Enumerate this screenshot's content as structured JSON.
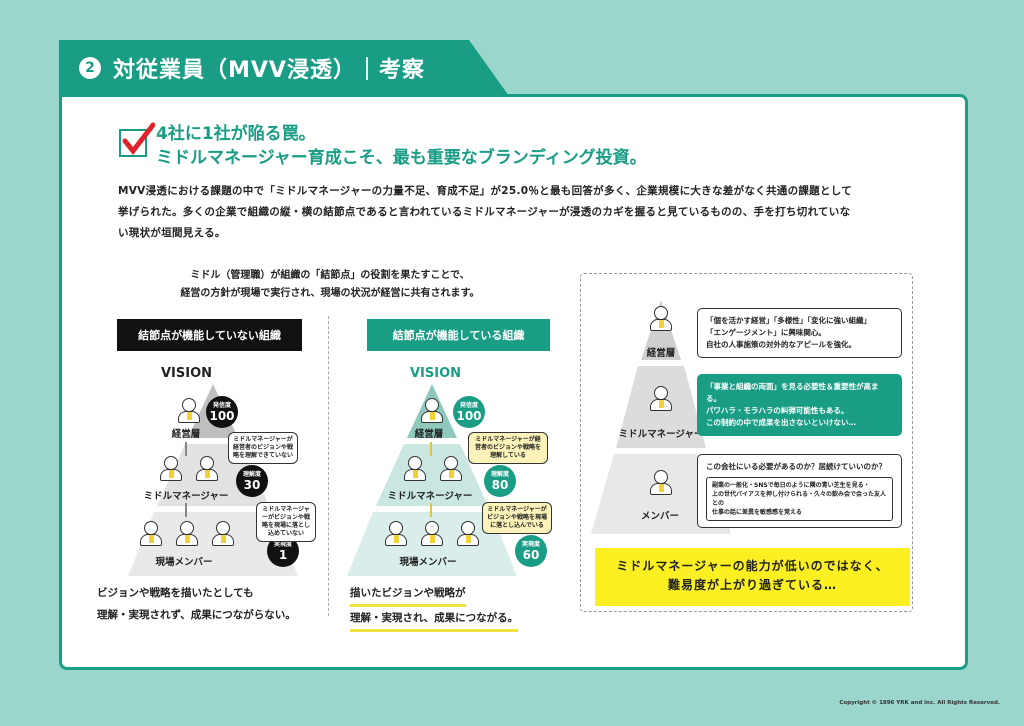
{
  "header": {
    "number": "2",
    "title": "対従業員（MVV浸透）｜考察"
  },
  "headline": {
    "line1": "4社に1社が陥る罠。",
    "line2": "ミドルマネージャー育成こそ、最も重要なブランディング投資。"
  },
  "paragraph": {
    "line1": "MVV浸透における課題の中で「ミドルマネージャーの力量不足、育成不足」が25.0％と最も回答が多く、企業規模に大きな差がなく共通の課題として",
    "line2": "挙げられた。多くの企業で組織の縦・横の結節点であると言われているミドルマネージャーが浸透のカギを握ると見ているものの、手を打ち切れていな",
    "line3": "い現状が垣間見える。"
  },
  "intro": {
    "line1": "ミドル（管理職）が組織の「結節点」の役割を果たすことで、",
    "line2": "経営の方針が現場で実行され、現場の状況が経営に共有されます。"
  },
  "left": {
    "label": "結節点が機能していない組織",
    "vision": "VISION",
    "top": "経営層",
    "mid": "ミドルマネージャー",
    "bottom": "現場メンバー",
    "b1_small": "発信度",
    "b1_num": "100",
    "b2_small": "理解度",
    "b2_num": "30",
    "b3_small": "実現度",
    "b3_num": "1",
    "bubble1": "ミドルマネージャーが経営者のビジョンや戦略を理解できていない",
    "bubble2": "ミドルマネージャーがビジョンや戦略を現場に落とし込めていない",
    "cap1": "ビジョンや戦略を描いたとしても",
    "cap2": "理解・実現されず、成果につながらない。"
  },
  "right": {
    "label": "結節点が機能している組織",
    "vision": "VISION",
    "top": "経営層",
    "mid": "ミドルマネージャー",
    "bottom": "現場メンバー",
    "b1_small": "発信度",
    "b1_num": "100",
    "b2_small": "理解度",
    "b2_num": "80",
    "b3_small": "実現度",
    "b3_num": "60",
    "bubble1": "ミドルマネージャーが経営者のビジョンや戦略を理解している",
    "bubble2": "ミドルマネージャーがビジョンや戦略を現場に落とし込んでいる",
    "cap1": "描いたビジョンや戦略が",
    "cap2": "理解・実現され、成果につながる。"
  },
  "pressure": {
    "top": "経営層",
    "mid": "ミドルマネージャー",
    "bottom": "メンバー",
    "box1": [
      "「個を活かす経営」「多様性」「変化に強い組織」",
      "「エンゲージメント」に興味関心。",
      "自社の人事施策の対外的なアピールを強化。"
    ],
    "box2": [
      "「事業と組織の両面」を見る必要性＆重要性が高まる。",
      "パワハラ・モラハラの糾弾可能性もある。",
      "この制約の中で成果を出さないといけない…"
    ],
    "box3_title": "この会社にいる必要があるのか？居続けていいのか？",
    "box3_inner": [
      "副業の一般化・SNSで毎日のように隣の青い芝生を見る・",
      "上の世代バイアスを押し付けられる・久々の飲み会で会った友人との",
      "仕事の話に差異を敏感感を覚える"
    ],
    "yellow1": "ミドルマネージャーの能力が低いのではなく、",
    "yellow2": "難易度が上がり過ぎている…"
  },
  "copyright": "Copyright © 1896 YRK and inc. All Rights Reserved.",
  "colors": {
    "accent": "#1a9d85",
    "bg": "#9ad6cb",
    "yellow": "#fcf022"
  }
}
